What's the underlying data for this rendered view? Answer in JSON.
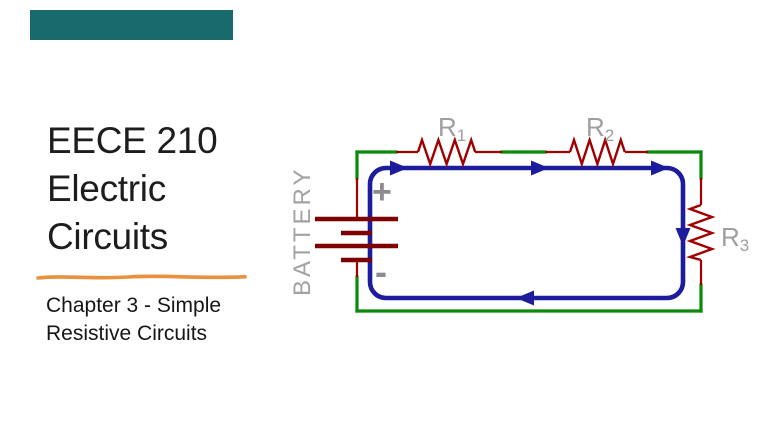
{
  "slide": {
    "accent_bar": {
      "color": "#186a6d"
    },
    "title": {
      "lines": [
        "EECE 210",
        "Electric",
        "Circuits"
      ]
    },
    "divider": {
      "color": "#ea9140"
    },
    "subtitle": {
      "lines": [
        "Chapter 3 - Simple",
        "Resistive Circuits"
      ]
    }
  },
  "circuit": {
    "colors": {
      "wire_green": "#0a8a0a",
      "component_red": "#a00000",
      "battery_plate_red": "#7f0000",
      "current_loop_blue": "#1c1c9c",
      "label_gray": "#9e9e9e"
    },
    "labels": {
      "battery": "BATTERY",
      "plus": "+",
      "minus": "-",
      "r1": {
        "base": "R",
        "sub": "1"
      },
      "r2": {
        "base": "R",
        "sub": "2"
      },
      "r3": {
        "base": "R",
        "sub": "3"
      }
    },
    "current_direction": "clockwise"
  }
}
